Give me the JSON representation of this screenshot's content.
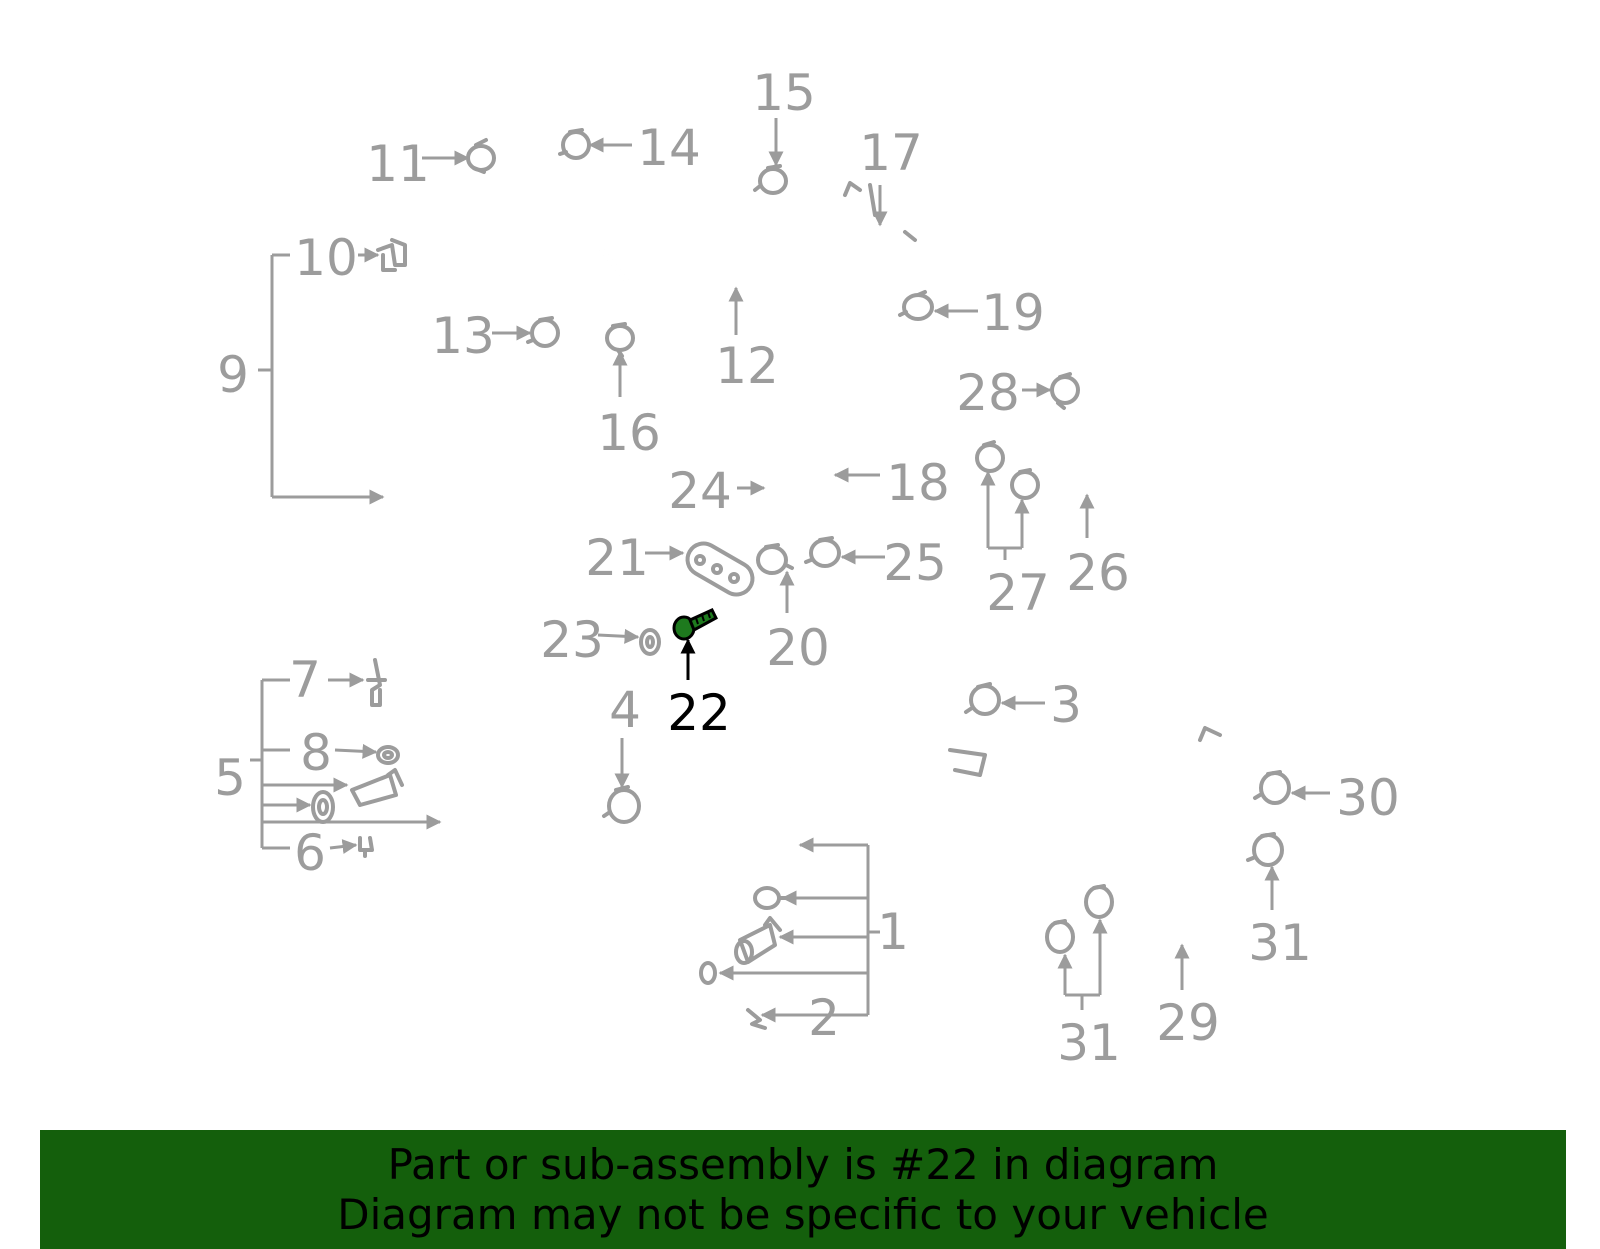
{
  "diagram": {
    "highlighted_part": "22",
    "callouts": [
      "1",
      "2",
      "3",
      "4",
      "5",
      "6",
      "7",
      "8",
      "9",
      "10",
      "11",
      "12",
      "13",
      "14",
      "15",
      "16",
      "17",
      "18",
      "19",
      "20",
      "21",
      "22",
      "23",
      "24",
      "25",
      "26",
      "27",
      "28",
      "29",
      "30",
      "31",
      "31"
    ],
    "colors": {
      "line": "#9c9c9c",
      "highlight": "#1e7a1e",
      "banner": "#145f0c",
      "text": "#000000"
    }
  },
  "banner": {
    "line1": "Part or sub-assembly is #22 in diagram",
    "line2": "Diagram may not be specific to your vehicle"
  }
}
